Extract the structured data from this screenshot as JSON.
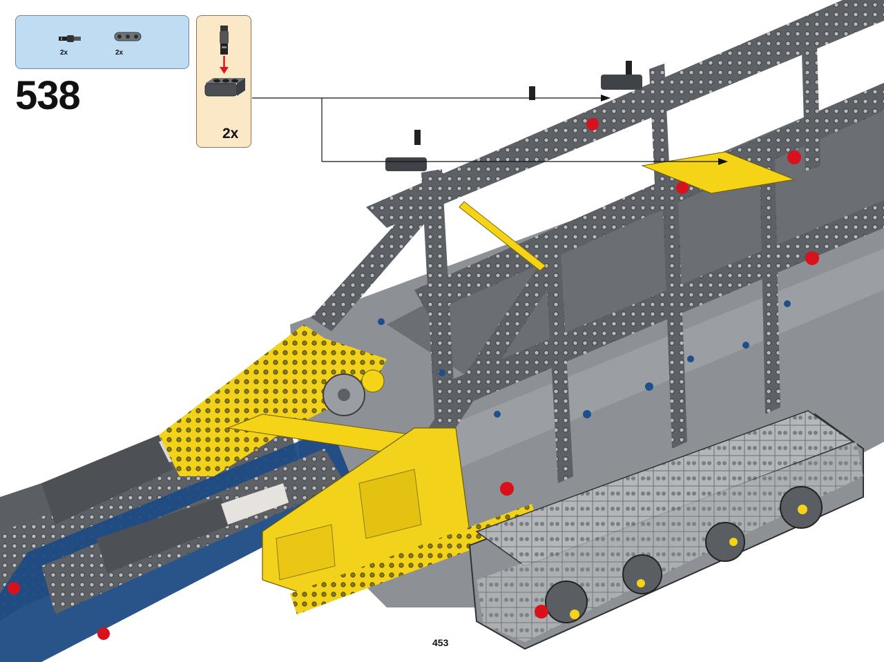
{
  "step": {
    "number": "538"
  },
  "parts_list": [
    {
      "icon": "pin-connector-icon",
      "qty": "2x"
    },
    {
      "icon": "beam-3-icon",
      "qty": "2x"
    }
  ],
  "subassembly": {
    "qty": "2x"
  },
  "page": {
    "number": "453"
  },
  "colors": {
    "parts_panel_bg": "#bfdcf3",
    "subassembly_bg": "#fbe8c7",
    "dark_grey": "#5a5d61",
    "light_grey": "#b9bcbf",
    "yellow": "#f5d417",
    "blue": "#1d4f8a",
    "red": "#d8121c",
    "arrow_red": "#e0141a"
  }
}
